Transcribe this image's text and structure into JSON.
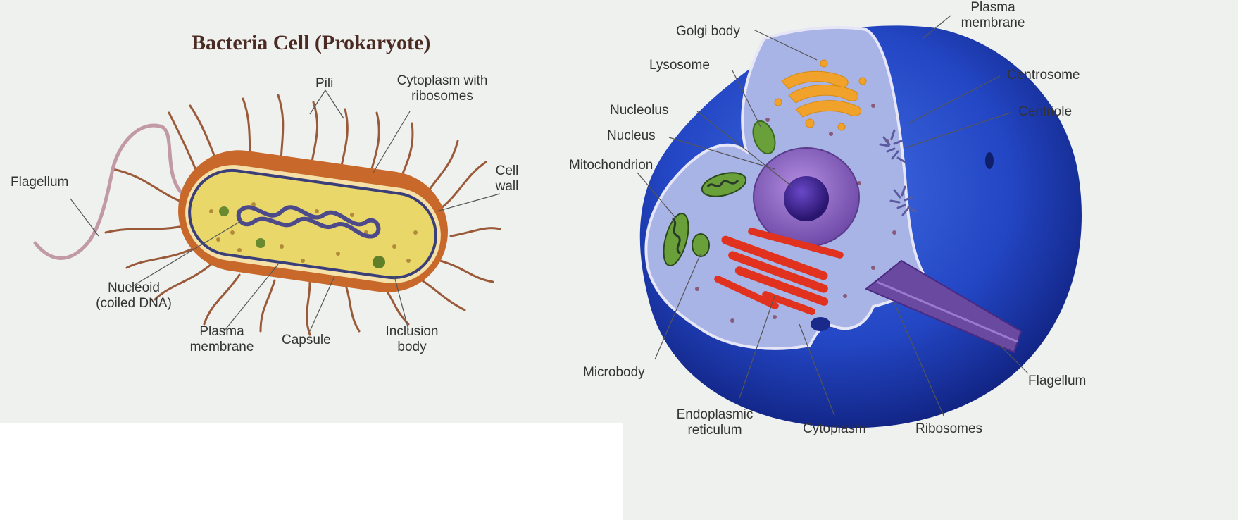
{
  "bacteria": {
    "title": "Bacteria Cell (Prokaryote)",
    "labels": {
      "pili": "Pili",
      "cytoplasm": [
        "Cytoplasm with",
        "ribosomes"
      ],
      "cell_wall": [
        "Cell",
        "wall"
      ],
      "flagellum": "Flagellum",
      "nucleoid": [
        "Nucleoid",
        "(coiled DNA)"
      ],
      "plasma_membrane": [
        "Plasma",
        "membrane"
      ],
      "capsule": "Capsule",
      "inclusion_body": [
        "Inclusion",
        "body"
      ]
    }
  },
  "animal": {
    "labels": {
      "golgi": "Golgi body",
      "plasma_membrane": [
        "Plasma",
        "membrane"
      ],
      "lysosome": "Lysosome",
      "centrosome": "Centrosome",
      "nucleolus": "Nucleolus",
      "centriole": "Centriole",
      "nucleus": "Nucleus",
      "mitochondrion": "Mitochondrion",
      "microbody": "Microbody",
      "flagellum": "Flagellum",
      "er": [
        "Endoplasmic",
        "reticulum"
      ],
      "cytoplasm": "Cytoplasm",
      "ribosomes": "Ribosomes"
    }
  }
}
